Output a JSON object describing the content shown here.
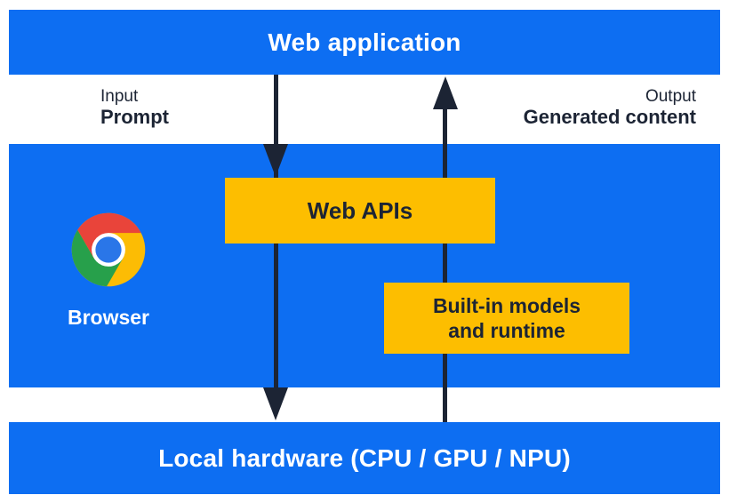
{
  "diagram": {
    "title": "Web application",
    "input": {
      "label": "Input",
      "sublabel": "Prompt"
    },
    "output": {
      "label": "Output",
      "sublabel": "Generated content"
    },
    "browser": {
      "label": "Browser",
      "logo": "chrome-logo"
    },
    "web_apis_box": "Web APIs",
    "builtin_box": {
      "line1": "Built-in models",
      "line2": "and runtime"
    },
    "local_hardware": "Local hardware (CPU / GPU / NPU)",
    "arrows": [
      {
        "direction": "down",
        "from": "Web application",
        "to": "Local hardware",
        "through": "Web APIs"
      },
      {
        "direction": "up",
        "from": "Local hardware",
        "to": "Web application",
        "through": "Built-in models and runtime"
      }
    ]
  },
  "colors": {
    "band_blue": "#0d6ef2",
    "box_yellow": "#fdbe00",
    "arrow_navy": "#1c2434",
    "chrome_red": "#e9443a",
    "chrome_yellow": "#fcbc04",
    "chrome_green": "#27a04b",
    "chrome_blue": "#2a76e8",
    "text_white": "#ffffff"
  }
}
